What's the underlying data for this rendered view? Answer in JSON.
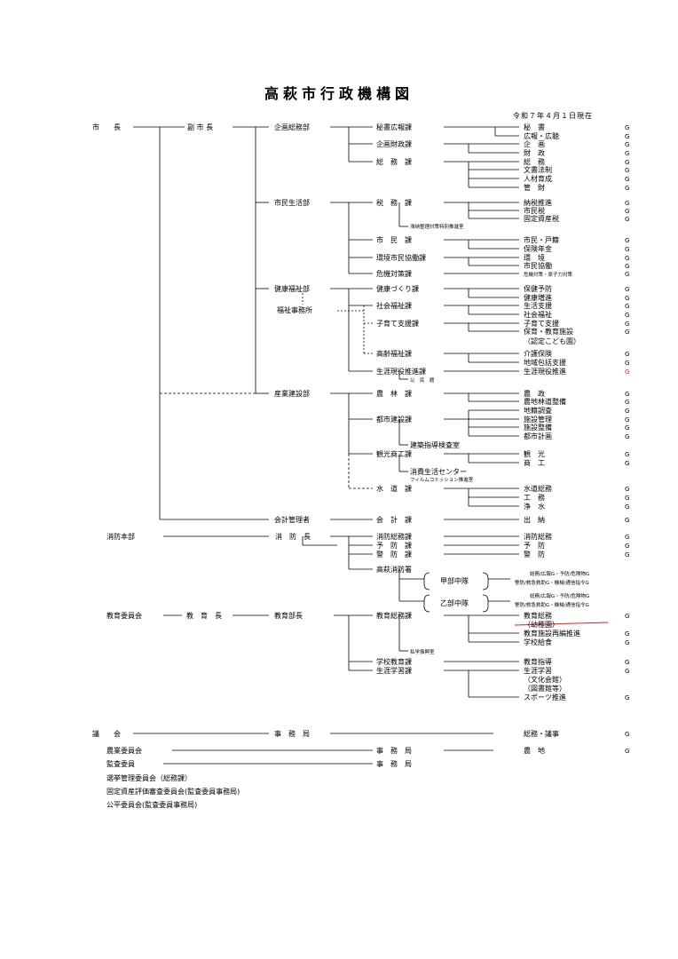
{
  "title": "高萩市行政機構図",
  "date": "令和７年４月１日現在",
  "top": {
    "mayor": "市　　長",
    "vice_mayor": "副 市 長",
    "fire_hq": "消防本部",
    "board": "教育委員会",
    "superintendent": "教　育　長",
    "fire_chief": "消　防　長",
    "edu_dept": "教育部長",
    "accounting": "会計管理者"
  },
  "departments": {
    "kikaku": "企画総務部",
    "shimin": "市民生活部",
    "kenko": "健康福祉部",
    "fukushi_office": "福祉事務所",
    "sangyo": "産業建設部"
  },
  "divisions": {
    "hisho": "秘書広報課",
    "zaisei": "企画財政課",
    "somu": "総　務　課",
    "zeimu": "税　務　課",
    "tainou": "滞納整理対策特別推進室",
    "shimin": "市　民　課",
    "kankyo": "環境市民協働課",
    "kiki": "危機対策課",
    "kenko": "健康づくり課",
    "shakai": "社会福祉課",
    "kosodate": "子育て支援課",
    "koureifukushi": "高齢福祉課",
    "shogai": "生涯現役推進課",
    "kominkan": "公　民　館",
    "norin": "農　林　課",
    "toshi": "都市建設課",
    "kenchiku": "建築指導検査室",
    "kanko": "観光商工課",
    "shohi": "消費生活センター",
    "film": "フィルムコミッション推進室",
    "suido": "水　道　課",
    "kaikei": "会　計　課",
    "shobo_somu": "消防総務課",
    "yobo": "予　防　課",
    "keibo": "警　防　課",
    "takahagi_sho": "高萩消防署",
    "kobu": "甲部中隊",
    "otsubu": "乙部中隊",
    "kyoiku_somu": "教育総務課",
    "shigaku": "私学振興室",
    "gakko": "学校教育課",
    "shogai_gakushu": "生涯学習課"
  },
  "groups": {
    "hisho": "秘　書",
    "koho": "広報・広聴",
    "kikaku": "企　画",
    "zaisei": "財　政",
    "somu": "総　務",
    "hosei": "文書法制",
    "jinzai": "人材育成",
    "kanzai": "管　財",
    "zeisuishin": "納税推進",
    "shiminzei": "市民税",
    "kotei": "固定資産税",
    "koseki": "市民・戸籍",
    "hoken": "保険年金",
    "kankyo": "環　境",
    "kyodo": "市民協働",
    "kiki_g": "危機対策・原子力対策",
    "yobo_g": "保健予防",
    "zoshin": "健康増進",
    "seikatsu": "生活支援",
    "fukushi": "社会福祉",
    "kosodate_g": "子育て支援",
    "hoiku": "保育・教育施設",
    "kodomoen": "（認定こども園）",
    "kaigo": "介護保険",
    "chiiki": "地域包括支援",
    "shogai_g": "生涯現役推進",
    "nosei": "農　政",
    "norin_seibi": "農地林道整備",
    "chiseki": "地籍調査",
    "shisetsu_kanri": "施設管理",
    "shisetsu_seibi": "施設整備",
    "toshi_keikaku": "都市計画",
    "kanko_g": "観　光",
    "shoko": "商　工",
    "suido_somu": "水道総務",
    "komu": "工　務",
    "josui": "浄　水",
    "suito": "出　納",
    "shobo_somu_g": "消防総務",
    "yobo_f": "予　防",
    "keibo_g": "警　防",
    "kobu_1": "総務/広報G・予防/危険物G",
    "kobu_2": "警防/救急救助G・機械/通信指令G",
    "otsubu_1": "総務/広報G・予防/危険物G",
    "otsubu_2": "警防/救急救助G・機械/通信指令G",
    "kyoiku_somu_g": "教育総務",
    "yochien": "（幼稚園）",
    "shisetsu_g": "教育施設再編推進",
    "kyushoku": "学校給食",
    "shido": "教育指導",
    "shogai_gakushu_g": "生涯学習",
    "bunka": "（文化会館）",
    "tosho": "（図書館等）",
    "sports": "スポーツ推進",
    "gikai_g": "総務・議事",
    "nochi": "農　地"
  },
  "g_mark": "G",
  "bottom": {
    "gikai": "議　　会",
    "gikai_office": "事　務　局",
    "nogyo": "農業委員会",
    "nogyo_office": "事　務　局",
    "kansa": "監査委員",
    "kansa_office": "事　務　局",
    "senkyo": "選挙管理委員会（総務課）",
    "kotei_hyoka": "固定資産評価審査委員会(監査委員事務局)",
    "kohei": "公平委員会(監査委員事務局)"
  },
  "colors": {
    "line": "#000000",
    "strike": "#e02020",
    "highlight": "#e02020"
  }
}
